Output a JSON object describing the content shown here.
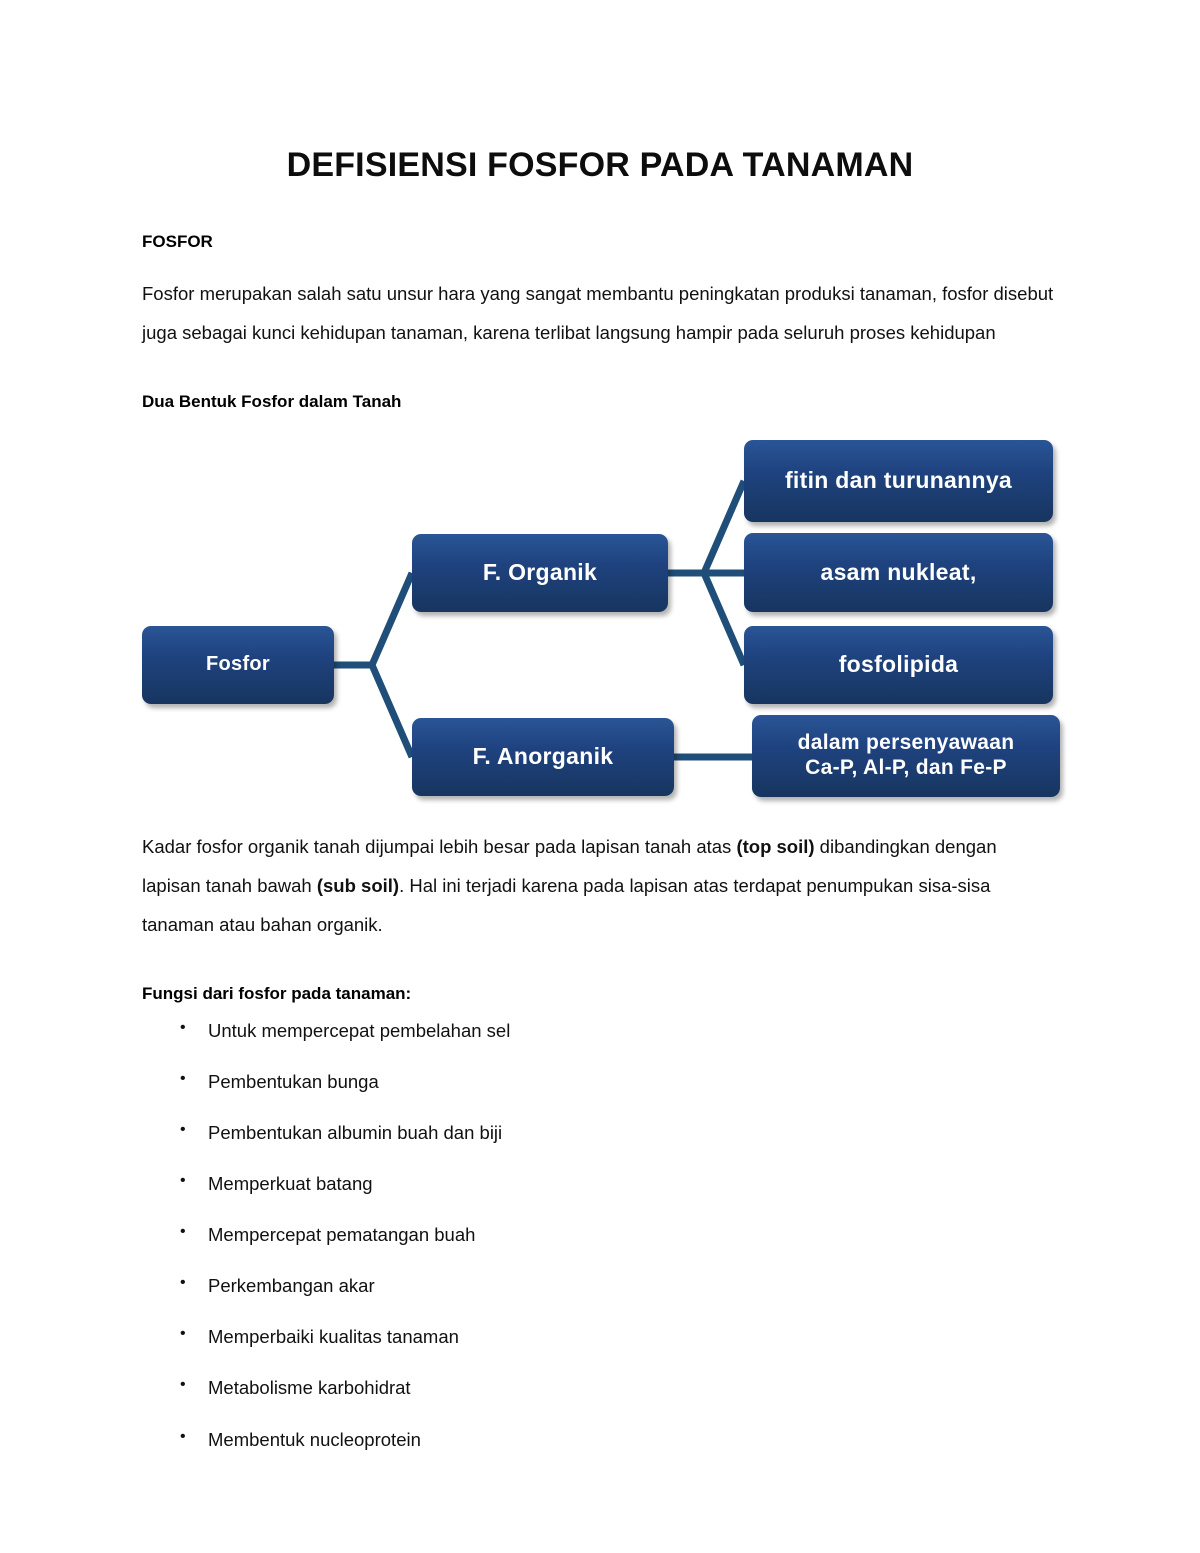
{
  "document": {
    "title": "DEFISIENSI FOSFOR PADA TANAMAN",
    "heading_fosfor": "FOSFOR",
    "intro_paragraph": "Fosfor merupakan salah satu unsur hara yang sangat membantu peningkatan produksi tanaman, fosfor disebut juga sebagai kunci kehidupan tanaman, karena terlibat langsung hampir pada seluruh proses kehidupan",
    "heading_dua_bentuk": "Dua Bentuk Fosfor dalam Tanah",
    "paragraph_kadar": {
      "part1": "Kadar fosfor organik tanah dijumpai lebih besar pada lapisan tanah atas ",
      "bold1": "(top soil)",
      "part2": " dibandingkan dengan lapisan tanah bawah ",
      "bold2": "(sub soil)",
      "part3": ". Hal ini terjadi karena pada lapisan atas terdapat penumpukan sisa-sisa tanaman atau bahan organik."
    },
    "heading_fungsi": "Fungsi dari fosfor pada tanaman:",
    "fungsi_items": [
      "Untuk mempercepat pembelahan sel",
      "Pembentukan bunga",
      "Pembentukan albumin buah dan biji",
      "Memperkuat batang",
      "Mempercepat pematangan buah",
      "Perkembangan akar",
      "Memperbaiki kualitas tanaman",
      "Metabolisme karbohidrat",
      "Membentuk nucleoprotein"
    ]
  },
  "diagram": {
    "type": "hierarchy",
    "node_color_light": "#2a5596",
    "node_color_mid": "#1f4380",
    "node_color_dark": "#17355f",
    "connector_color": "#1f4e79",
    "nodes": {
      "root": "Fosfor",
      "organik": "F. Organik",
      "anorganik": "F. Anorganik",
      "fitin": "fitin dan turunannya",
      "nukleat": "asam nukleat,",
      "fosfolipida": "fosfolipida",
      "persenyawaan_line1": "dalam persenyawaan",
      "persenyawaan_line2": "Ca-P, Al-P, dan Fe-P"
    },
    "edges": [
      {
        "from": "Fosfor",
        "to": "F. Organik"
      },
      {
        "from": "Fosfor",
        "to": "F. Anorganik"
      },
      {
        "from": "F. Organik",
        "to": "fitin dan turunannya"
      },
      {
        "from": "F. Organik",
        "to": "asam nukleat,"
      },
      {
        "from": "F. Organik",
        "to": "fosfolipida"
      },
      {
        "from": "F. Anorganik",
        "to": "dalam persenyawaan Ca-P, Al-P, dan Fe-P"
      }
    ]
  }
}
